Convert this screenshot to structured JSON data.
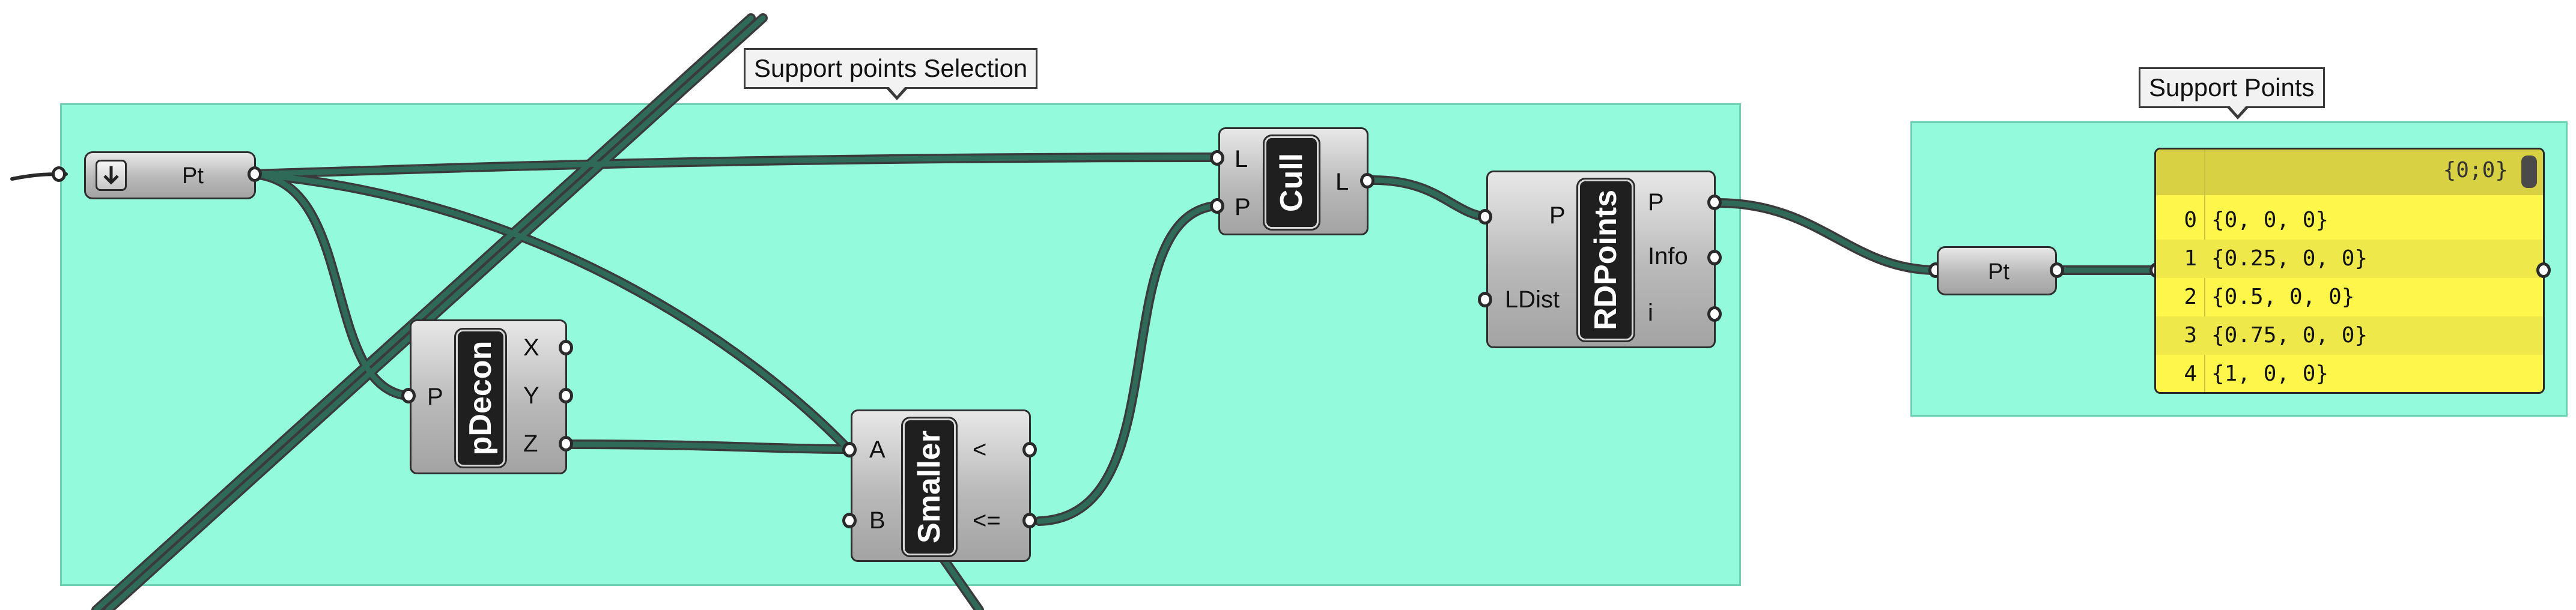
{
  "groups": {
    "selection_label": "Support points Selection",
    "output_label": "Support Points"
  },
  "components": {
    "pt_input": {
      "label": "Pt"
    },
    "pdecon": {
      "title": "pDecon",
      "input": "P",
      "outputs": [
        "X",
        "Y",
        "Z"
      ]
    },
    "smaller": {
      "title": "Smaller",
      "inputs": [
        "A",
        "B"
      ],
      "outputs": [
        "<",
        "<="
      ]
    },
    "cull": {
      "title": "Cull",
      "inputs": [
        "L",
        "P"
      ],
      "output": "L"
    },
    "rdpoints": {
      "title": "RDPoints",
      "inputs": [
        "P",
        "LDist"
      ],
      "outputs": [
        "P",
        "Info",
        "i"
      ]
    },
    "pt_output": {
      "label": "Pt"
    }
  },
  "panel": {
    "path": "{0;0}",
    "items": [
      {
        "index": "0",
        "value": "{0, 0, 0}"
      },
      {
        "index": "1",
        "value": "{0.25, 0, 0}"
      },
      {
        "index": "2",
        "value": "{0.5, 0, 0}"
      },
      {
        "index": "3",
        "value": "{0.75, 0, 0}"
      },
      {
        "index": "4",
        "value": "{1, 0, 0}"
      }
    ]
  },
  "colors": {
    "group_fill": "#93fbdb",
    "panel_fill": "#fff64c",
    "wire": "#2f6a58"
  }
}
